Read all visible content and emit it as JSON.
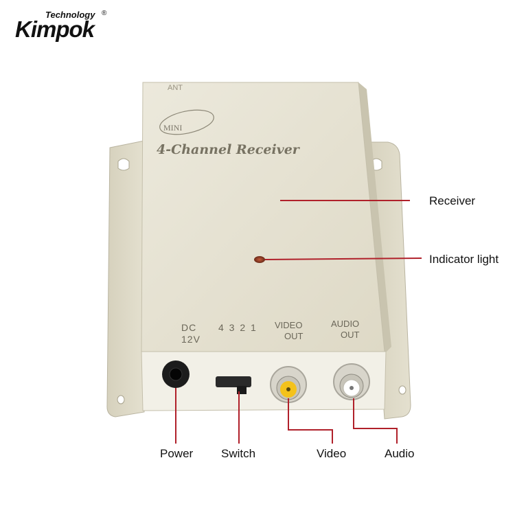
{
  "logo": {
    "technology": "Technology",
    "brand": "Kimpok",
    "registered": "®"
  },
  "device": {
    "ant_label": "ANT",
    "mini_badge": "MINI",
    "title": "4-Channel Receiver",
    "dc_label_1": "DC",
    "dc_label_2": "12V",
    "channels": "4 3 2 1",
    "video_label_1": "VIDEO",
    "video_label_2": "OUT",
    "audio_label_1": "AUDIO",
    "audio_label_2": "OUT"
  },
  "callouts": {
    "receiver": "Receiver",
    "indicator": "Indicator light",
    "power": "Power",
    "switch": "Switch",
    "video": "Video",
    "audio": "Audio"
  },
  "colors": {
    "leader_line": "#b0202a",
    "device_body": "#e7e3d3"
  }
}
